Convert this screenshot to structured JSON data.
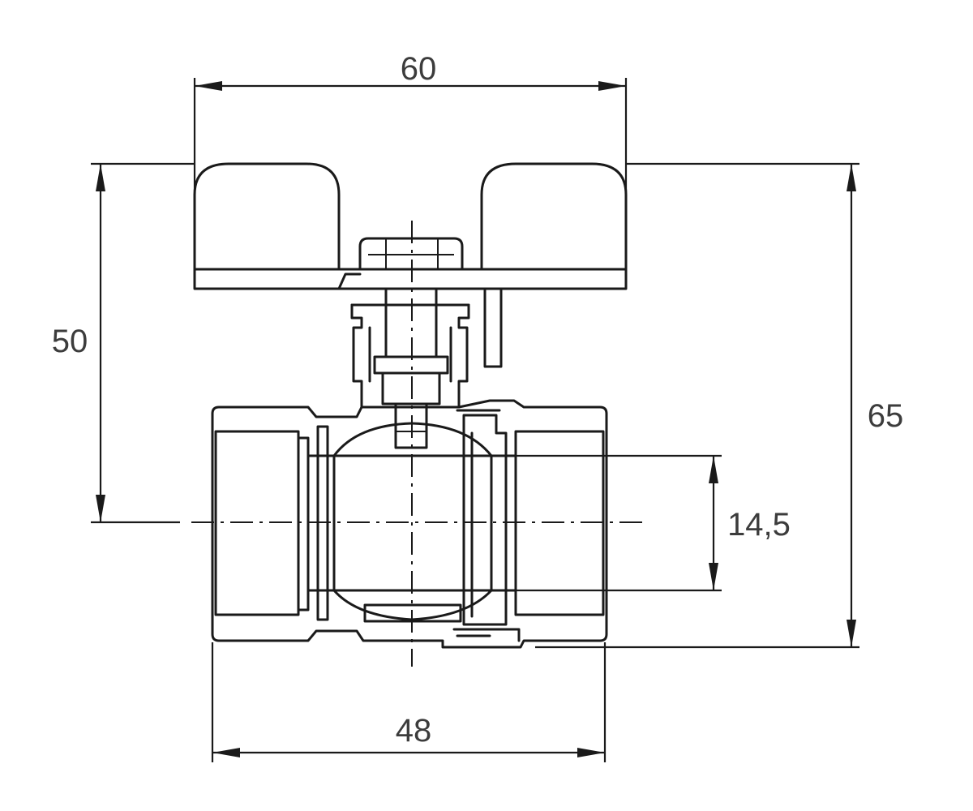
{
  "dimensions": {
    "handle_width": "60",
    "handle_height": "50",
    "total_height": "65",
    "bore": "14,5",
    "body_length": "48"
  },
  "colors": {
    "line": "#1a1a1a",
    "text": "#3c3c3c",
    "background": "#ffffff"
  }
}
